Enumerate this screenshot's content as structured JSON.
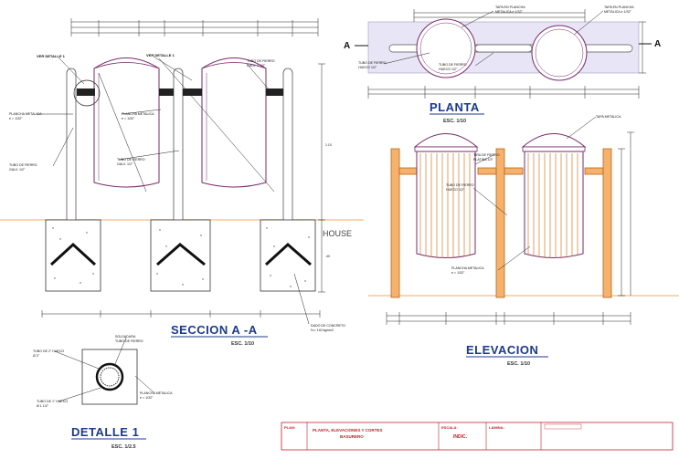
{
  "titles": {
    "seccion": "SECCION A -A",
    "seccion_scale": "ESC. 1/10",
    "planta": "PLANTA",
    "planta_scale": "ESC. 1/10",
    "elevacion": "ELEVACION",
    "elevacion_scale": "ESC. 1/10",
    "detalle": "DETALLE 1",
    "detalle_scale": "ESC. 1/2.5"
  },
  "house_label": "HOUSE",
  "section_marker": "A",
  "notes": {
    "det1": "VER DETALLE 1",
    "det1b": "VER DETALLE 1",
    "plancha_metalica": "PLANCHA METALICA",
    "plancha_metalica_esp": "e = 1/32\"",
    "plancha_metalica2": "PLANCHA METALICA",
    "plancha_metalica2_esp": "e = 1/32\"",
    "tubo_fierro": "TUBO DE FIERRO",
    "tubo_fierro_galv": "GALV. 1 1/2\"",
    "tubo_fierro2": "TUBO DE FIERRO",
    "tubo_fierro2_galv": "GALV. 1/2\"",
    "tubo_fierro3": "TUBO DE FIERRO",
    "tubo_fierro3_galv": "GALV. 1/2\"",
    "dado": "DADO DE CONCRETO",
    "dado_spec": "f'c= 140 kg/cm2",
    "tapa_plancha1": "TAPA EN PLANCHA",
    "tapa_plancha1b": "METALICA e 1/32\"",
    "tapa_plancha2": "TAPA EN PLANCHA",
    "tapa_plancha2b": "METALICA e 1/32\"",
    "tubo_plan1": "TUBO DE FIERRO",
    "tubo_plan1b": "HUECO 1/2\"",
    "tubo_plan2": "TUBO DE FIERRO",
    "tubo_plan2b": "HUECO 1/2\"",
    "tapa_metalica": "TAPA METALICA",
    "tubo_elev": "TUBO DE FIERRO",
    "tubo_elev_b": "HUECO 1/2\"",
    "tira": "TIRA DE FIERRO",
    "tira_b": "PLATINA 1/2\"",
    "plancha_elev": "PLANCHA METALICA",
    "plancha_elev_b": "e = 1/32\"",
    "soldadura": "SOLDADURA",
    "soldadura_b": "TUBO DE FIERRO",
    "tubo_det1": "TUBO DE 2\" HUECO",
    "tubo_det1b": "Ø 2\"",
    "tubo_det2": "TUBO DE 1\" HUECO",
    "tubo_det2b": "Ø 1 1/2\"",
    "plancha_det": "PLANCHA METALICA",
    "plancha_det_b": "e = 1/32\""
  },
  "title_block": {
    "plan_label": "PLAN:",
    "plan_value": "PLANTA, ELEVACIONES Y CORTES",
    "plan_value2": "BASURERO",
    "escala_label": "ESCALA:",
    "escala_value": "INDIC.",
    "lamina_label": "LAMINA:"
  },
  "colors": {
    "title_blue": "#1c3a8c",
    "bin_outline": "#7a2a6a",
    "wood_orange": "#f6b26b",
    "ground": "#f3c79a",
    "title_block_red": "#c0202a",
    "plan_band": "#e8e6f6"
  }
}
